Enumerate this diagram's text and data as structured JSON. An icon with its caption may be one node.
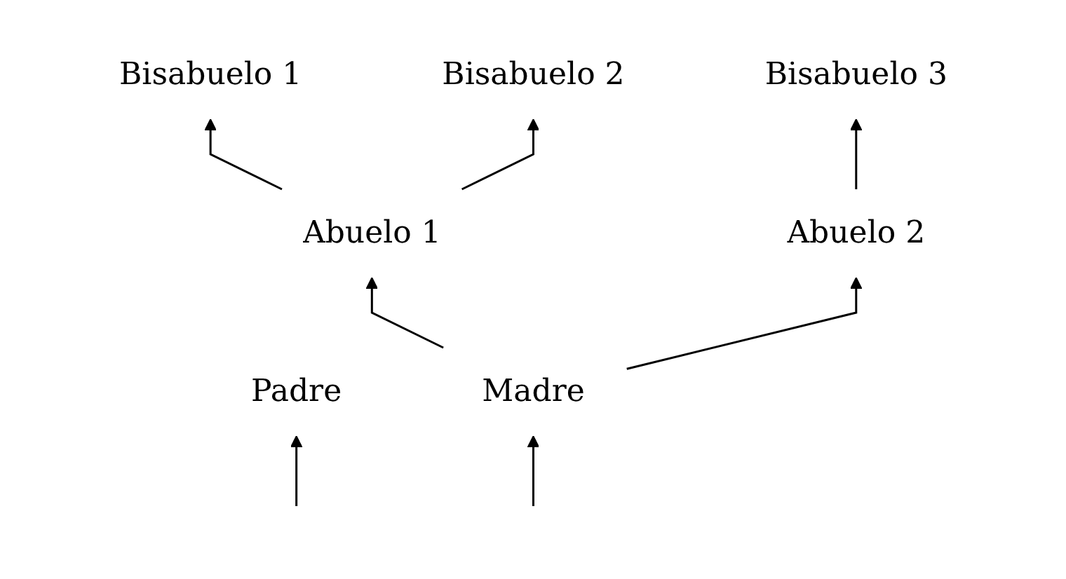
{
  "diagram": {
    "nodes": [
      {
        "text": [
          "Bisabuelo 1"
        ]
      },
      {
        "text": [
          "Bisabuelo 2"
        ]
      },
      {
        "text": [
          "Bisabuelo 3"
        ]
      },
      {
        "text": [
          "Abuelo 1"
        ]
      },
      {
        "text": [
          "Abuelo 2"
        ]
      },
      {
        "text": [
          "Padre"
        ]
      },
      {
        "text": [
          "Madre"
        ]
      }
    ],
    "edges": [
      {
        "from": null,
        "to": 5,
        "arrow": "to"
      },
      {
        "from": null,
        "to": 6,
        "arrow": "to"
      },
      {
        "from": 6,
        "to": 3,
        "arrow": "to"
      },
      {
        "from": 6,
        "to": 4,
        "arrow": "to"
      },
      {
        "from": 3,
        "to": 0,
        "arrow": "to"
      },
      {
        "from": 3,
        "to": 1,
        "arrow": "to"
      },
      {
        "from": 4,
        "to": 2,
        "arrow": "to"
      }
    ]
  }
}
